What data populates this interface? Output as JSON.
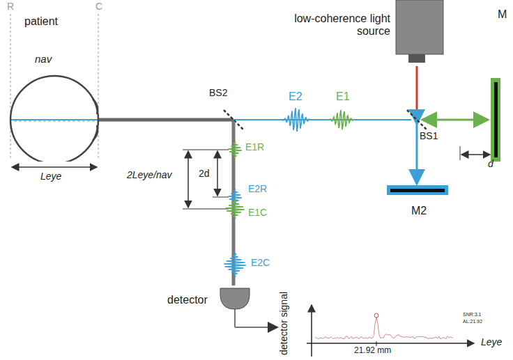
{
  "diagram": {
    "nodes": [
      {
        "text": [
          "patient",
          "nav"
        ]
      },
      {
        "text": [
          "low-coherence light source"
        ]
      },
      {
        "text": [
          "M"
        ]
      },
      {
        "text": [
          "M2"
        ]
      },
      {
        "text": [
          "detector"
        ]
      }
    ],
    "labels": [
      "R",
      "C",
      "Leye",
      "BS2",
      "E2",
      "E1",
      "BS1",
      "d",
      "E1R",
      "E2R",
      "E1C",
      "E2C",
      "2Leye/nav",
      "2d",
      "detector signal",
      "21.92 mm",
      "Leye",
      "SNR:3.1",
      "AL:21.92"
    ]
  }
}
